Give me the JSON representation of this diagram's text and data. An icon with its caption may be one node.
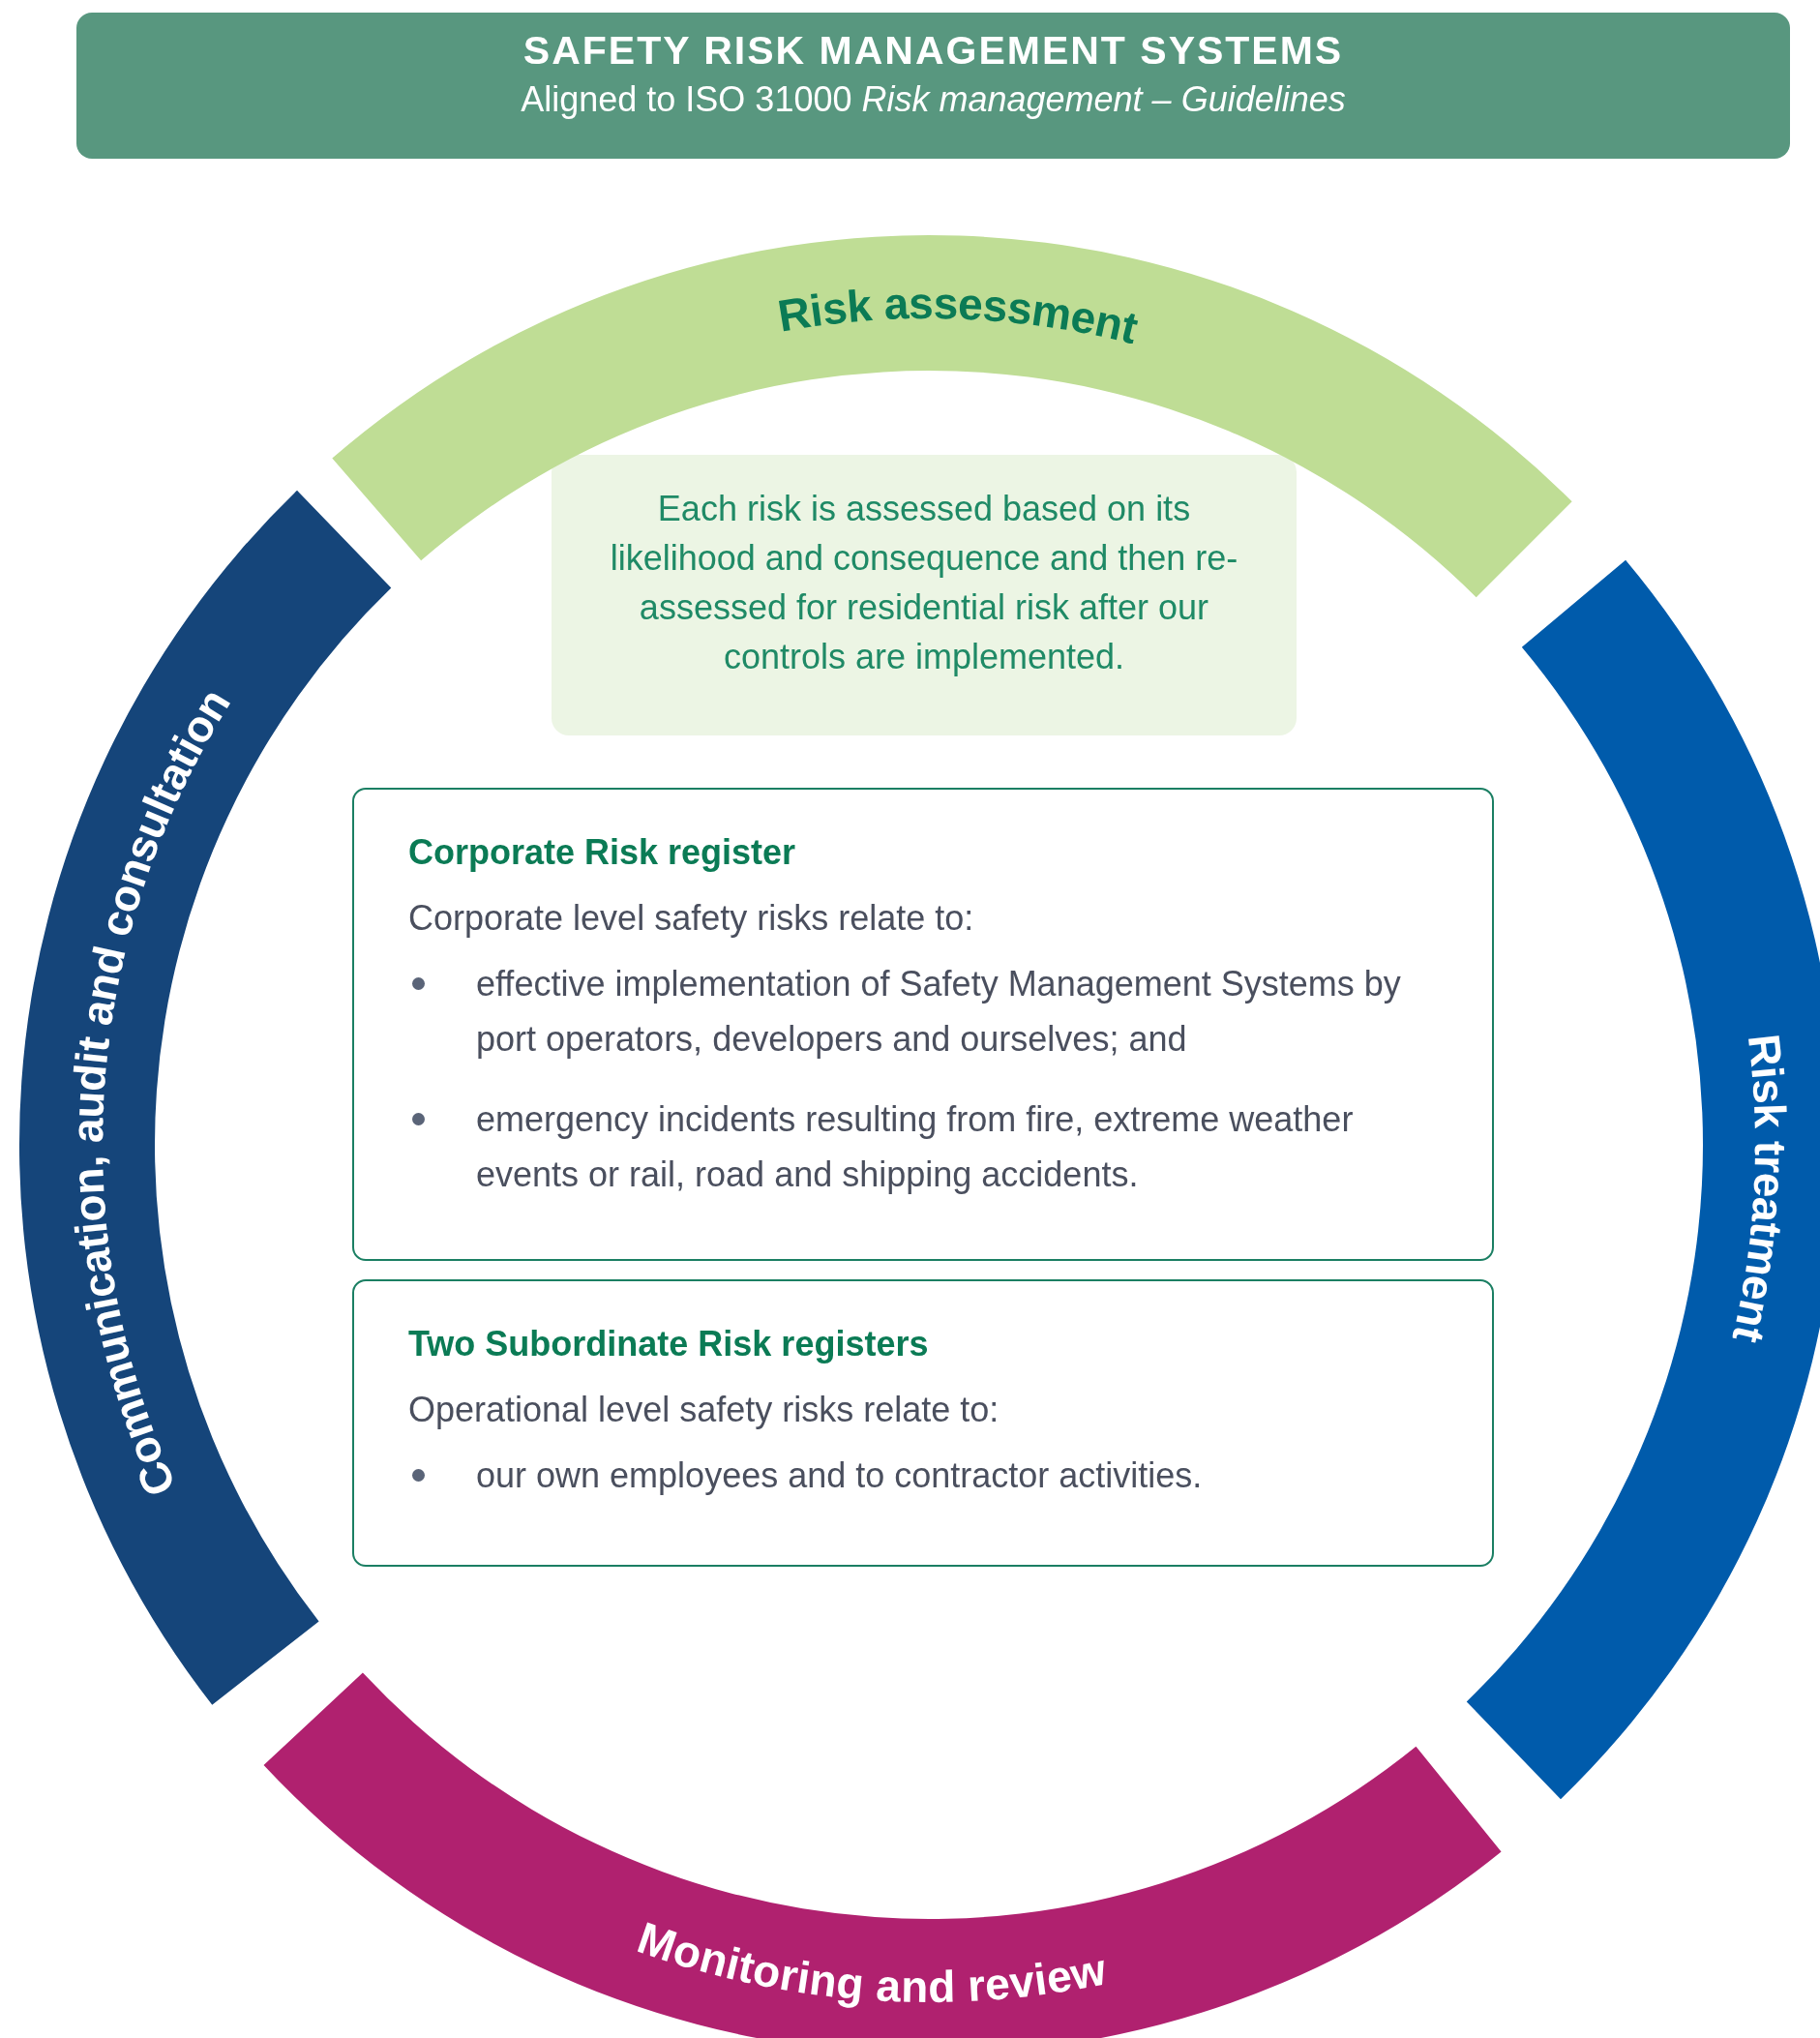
{
  "diagram": {
    "nodes": [
      {
        "text": [
          "SAFETY RISK MANAGEMENT SYSTEMS",
          "Aligned to ISO 31000 *Risk management – Guidelines*"
        ]
      },
      {
        "text": [
          "Risk assessment"
        ]
      },
      {
        "text": [
          "Each risk is assessed based on its likelihood and consequence and then re-assessed for residential risk after our controls are implemented."
        ]
      },
      {
        "text": [
          "Risk treatment"
        ]
      },
      {
        "text": [
          "Monitoring and review"
        ]
      },
      {
        "text": [
          "Communication, audit and consultation"
        ]
      },
      {
        "text": [
          "Corporate Risk register",
          "Corporate level safety risks relate to:",
          "effective implementation of Safety Management Systems by port operators, developers and ourselves; and",
          "emergency incidents resulting from fire, extreme weather events or rail, road and shipping accidents."
        ]
      },
      {
        "text": [
          "Two Subordinate Risk registers",
          "Operational level safety risks relate to:",
          "our own employees and to contractor activities."
        ]
      }
    ]
  }
}
